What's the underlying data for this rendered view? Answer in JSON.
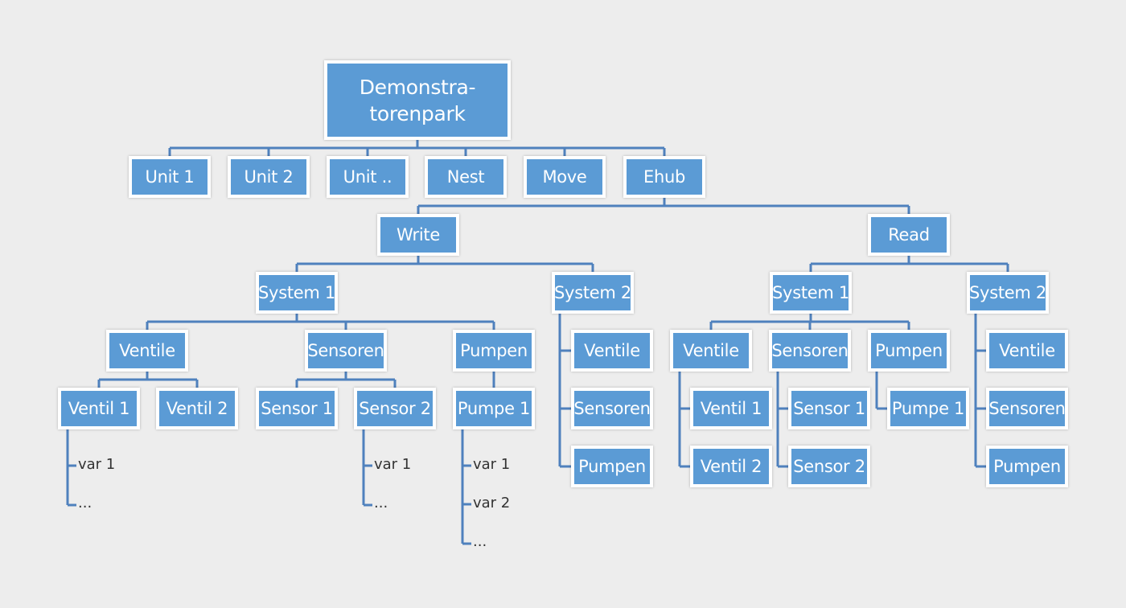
{
  "root": "Demonstra-torenpark",
  "units": [
    "Unit 1",
    "Unit 2",
    "Unit ..",
    "Nest",
    "Move",
    "Ehub"
  ],
  "write": {
    "label": "Write",
    "system1": {
      "label": "System 1",
      "ventile": {
        "label": "Ventile",
        "items": [
          "Ventil 1",
          "Ventil 2"
        ]
      },
      "sensoren": {
        "label": "Sensoren",
        "items": [
          "Sensor 1",
          "Sensor 2"
        ]
      },
      "pumpen": {
        "label": "Pumpen",
        "items": [
          "Pumpe 1"
        ]
      }
    },
    "system2": {
      "label": "System 2",
      "items": [
        "Ventile",
        "Sensoren",
        "Pumpen"
      ]
    }
  },
  "read": {
    "label": "Read",
    "system1": {
      "label": "System 1",
      "ventile": {
        "label": "Ventile",
        "items": [
          "Ventil 1",
          "Ventil 2"
        ]
      },
      "sensoren": {
        "label": "Sensoren",
        "items": [
          "Sensor 1",
          "Sensor 2"
        ]
      },
      "pumpen": {
        "label": "Pumpen",
        "items": [
          "Pumpe 1"
        ]
      }
    },
    "system2": {
      "label": "System 2",
      "items": [
        "Ventile",
        "Sensoren",
        "Pumpen"
      ]
    }
  },
  "vars": {
    "ventil1": [
      "var 1",
      "..."
    ],
    "sensor2": [
      "var 1",
      "..."
    ],
    "pumpe1": [
      "var 1",
      "var 2",
      "..."
    ]
  },
  "colors": {
    "node_fill": "#5b9bd5",
    "node_border": "#ffffff",
    "connector": "#4f81bd",
    "background": "#ededed"
  }
}
